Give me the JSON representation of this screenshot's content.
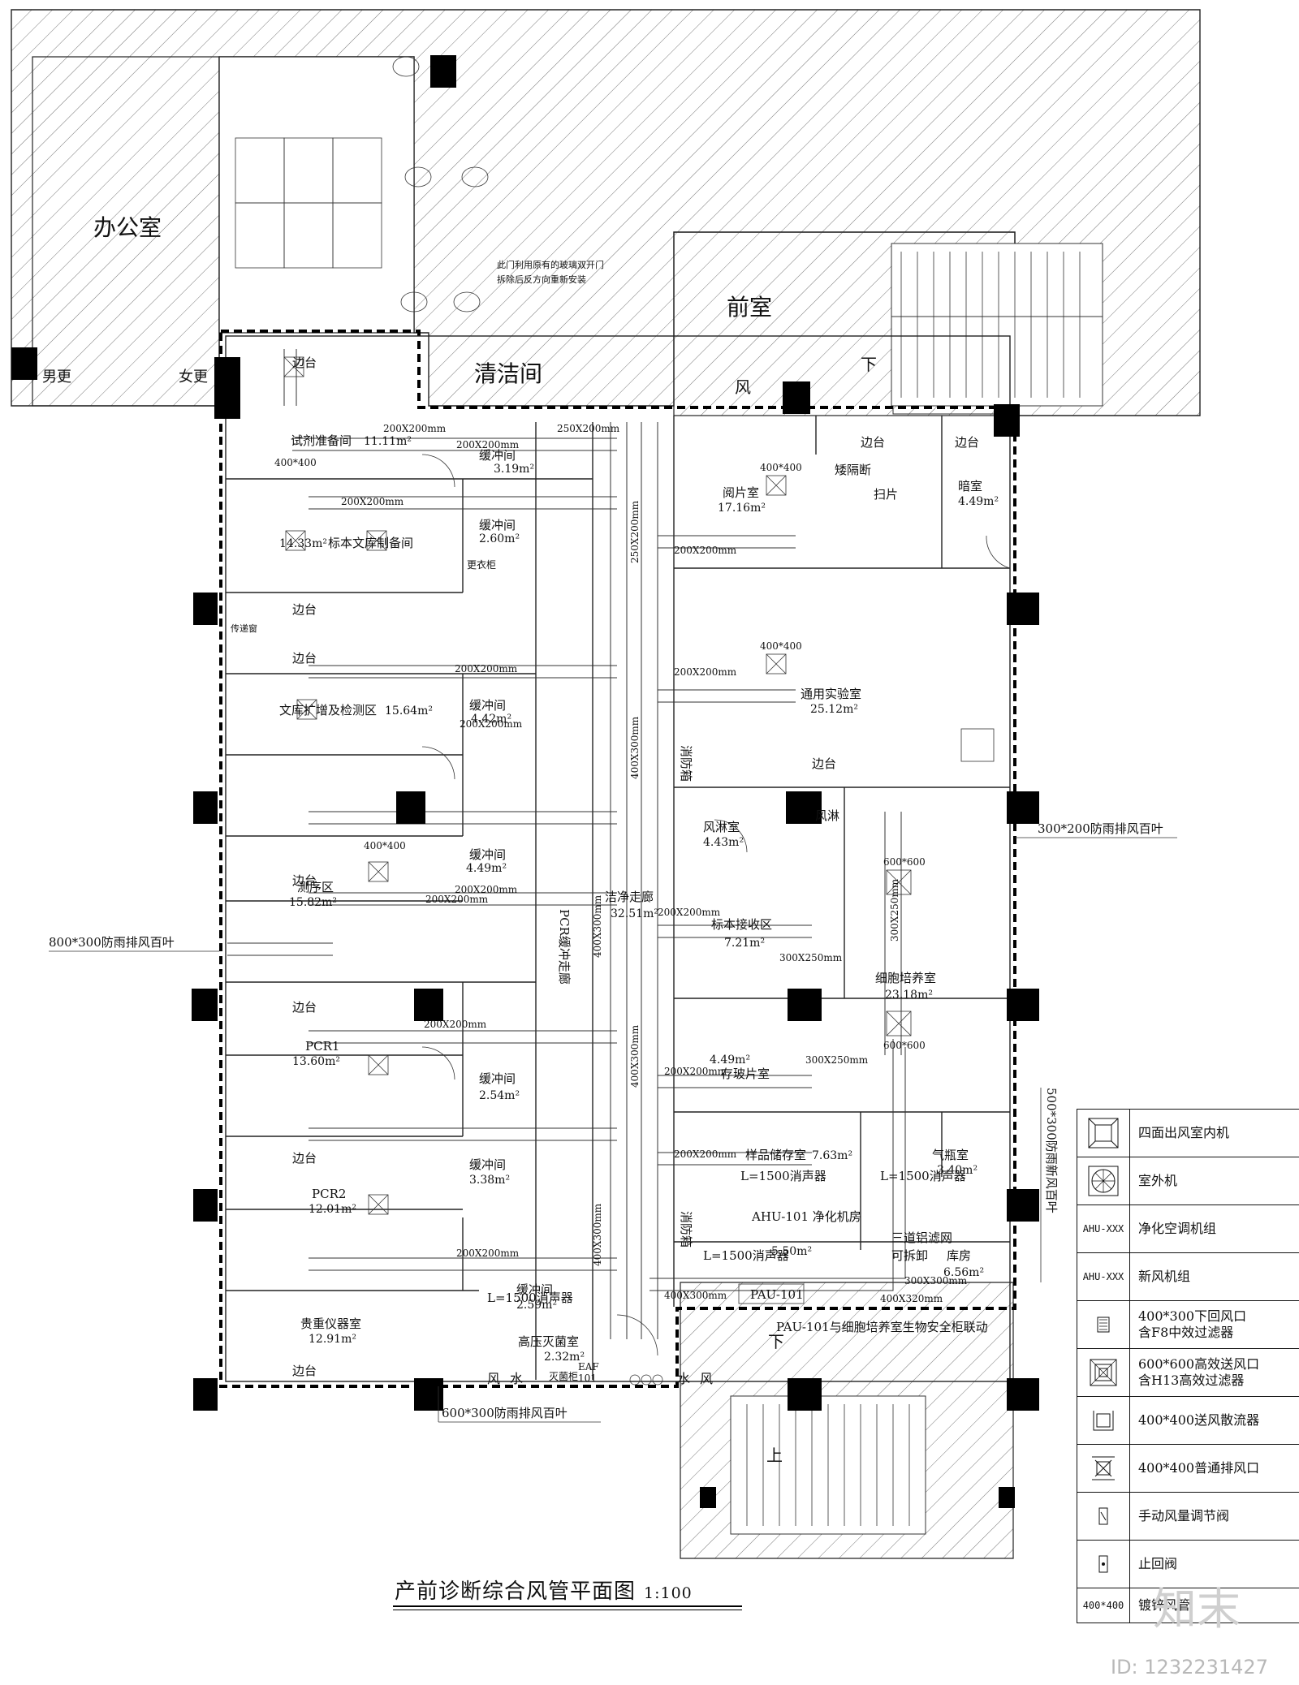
{
  "title": "产前诊断综合风管平面图",
  "scale": "1:100",
  "rooms": {
    "office": "办公室",
    "front_room": "前室",
    "cleaning": "清洁间",
    "male_change": "男更",
    "female_change": "女更",
    "reagent_prep": "试剂准备间",
    "reagent_prep_area": "11.11m²",
    "buffer1": "缓冲间",
    "buffer1_area": "3.19m²",
    "buffer2": "缓冲间",
    "buffer2_area": "2.60m²",
    "specimen_prep": "标本文库制备间",
    "specimen_prep_area": "14.33m²",
    "library_amp": "文库扩增及检测区",
    "library_amp_area": "15.64m²",
    "buffer3": "缓冲间",
    "buffer3_area": "4.42m²",
    "sequencing": "测序区",
    "sequencing_area": "15.82m²",
    "buffer4": "缓冲间",
    "buffer4_area": "4.49m²",
    "pcr1": "PCR1",
    "pcr1_area": "13.60m²",
    "buffer5": "缓冲间",
    "buffer5_area": "2.54m²",
    "pcr2": "PCR2",
    "pcr2_area": "12.01m²",
    "buffer6": "缓冲间",
    "buffer6_area": "3.38m²",
    "precision": "贵重仪器室",
    "precision_area": "12.91m²",
    "buffer7": "缓冲间",
    "buffer7_area": "2.59m²",
    "autoclave": "高压灭菌室",
    "autoclave_area": "2.32m²",
    "film_reading": "阅片室",
    "film_reading_area": "17.16m²",
    "dark_room": "暗室",
    "dark_room_area": "4.49m²",
    "general_lab": "通用实验室",
    "general_lab_area": "25.12m²",
    "air_shower_room": "风淋室",
    "air_shower_room_area": "4.43m²",
    "air_shower": "风淋",
    "clean_corridor": "洁净走廊",
    "clean_corridor_area": "32.51m²",
    "pcr_corridor": "PCR缓冲走廊",
    "specimen_recv": "标本接收区",
    "specimen_recv_area": "7.21m²",
    "cell_culture": "细胞培养室",
    "cell_culture_area": "23.18m²",
    "slide_storage": "存玻片室",
    "slide_storage_area": "4.49m²",
    "sample_storage": "样品储存室",
    "sample_storage_area": "7.63m²",
    "gas_room": "气瓶室",
    "gas_room_area": "3.40m²",
    "ahu_room": "AHU-101\n净化机房",
    "ahu_room_area": "5.50m²",
    "storeroom": "库房",
    "storeroom_area": "6.56m²"
  },
  "labels": {
    "bench": "边台",
    "partition": "矮隔断",
    "scan": "扫片",
    "pass_window": "传递窗",
    "locker": "更衣柜",
    "fire_damper": "消防箱",
    "wind": "风",
    "water": "水",
    "down": "下",
    "up": "上",
    "door_note_1": "此门利用原有的玻璃双开门",
    "door_note_2": "拆除后反方向重新安装",
    "muffler": "L=1500消声器",
    "al_filter": "三道铝滤网",
    "removable": "可拆卸",
    "pau": "PAU-101",
    "pau_note": "PAU-101与细胞培养室生物安全柜联动",
    "eaf": "EAF",
    "eaf_num": "101",
    "sterilizer": "灭菌柜"
  },
  "callouts": {
    "louver_left": "800*300防雨排风百叶",
    "louver_right": "300*200防雨排风百叶",
    "louver_bottom": "600*300防雨排风百叶",
    "louver_right_vertical": "500*300防雨新风百叶"
  },
  "dims": {
    "d200x200": "200X200mm",
    "d250x200": "250X200mm",
    "d400x300": "400X300mm",
    "d300x250": "300X250mm",
    "d300x300": "300X300mm",
    "d400x320": "400X320mm",
    "d400x400": "400*400",
    "d600x600": "600*600"
  },
  "legend": [
    {
      "symbol": "four-way-outlet-icon",
      "text": "四面出风室内机"
    },
    {
      "symbol": "outdoor-unit-icon",
      "text": "室外机"
    },
    {
      "symbol_text": "AHU-XXX",
      "text": "净化空调机组"
    },
    {
      "symbol_text": "AHU-XXX",
      "text": "新风机组"
    },
    {
      "symbol": "return-vent-icon",
      "text": "400*300下回风口\n含F8中效过滤器"
    },
    {
      "symbol": "hepa-supply-icon",
      "text": "600*600高效送风口\n含H13高效过滤器"
    },
    {
      "symbol": "diffuser-icon",
      "text": "400*400送风散流器"
    },
    {
      "symbol": "exhaust-vent-icon",
      "text": "400*400普通排风口"
    },
    {
      "symbol": "manual-damper-icon",
      "text": "手动风量调节阀"
    },
    {
      "symbol": "check-valve-icon",
      "text": "止回阀"
    },
    {
      "symbol_text": "400*400",
      "text": "镀锌风管"
    }
  ],
  "watermark": {
    "logo": "知末",
    "id": "ID: 1232231427"
  },
  "colors": {
    "line": "#222222",
    "column": "#000000",
    "watermark": "#cfcfcf"
  }
}
